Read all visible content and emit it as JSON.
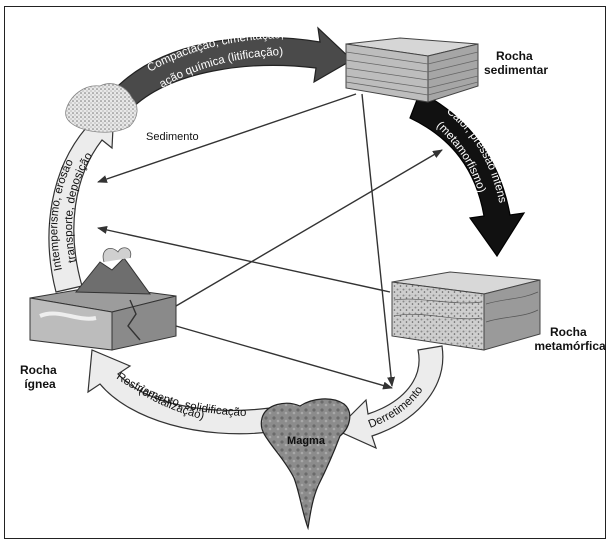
{
  "labels": {
    "sedimentary_rock": [
      "Rocha",
      "sedimentar"
    ],
    "metamorphic_rock": [
      "Rocha",
      "metamórfica"
    ],
    "igneous_rock": [
      "Rocha",
      "ígnea"
    ],
    "sediment": "Sedimento",
    "magma": "Magma"
  },
  "processes": {
    "lithification": [
      "Compactação, cimentação,",
      "ação química (litificação)"
    ],
    "metamorphism": [
      "Calor, pressão intensa",
      "(metamorfismo)"
    ],
    "melting": "Derretimento",
    "solidification": [
      "Resfriamento, solidificação",
      "(cristalização)"
    ],
    "weathering": [
      "Intemperismo, erosão",
      "transporte, deposição"
    ]
  }
}
